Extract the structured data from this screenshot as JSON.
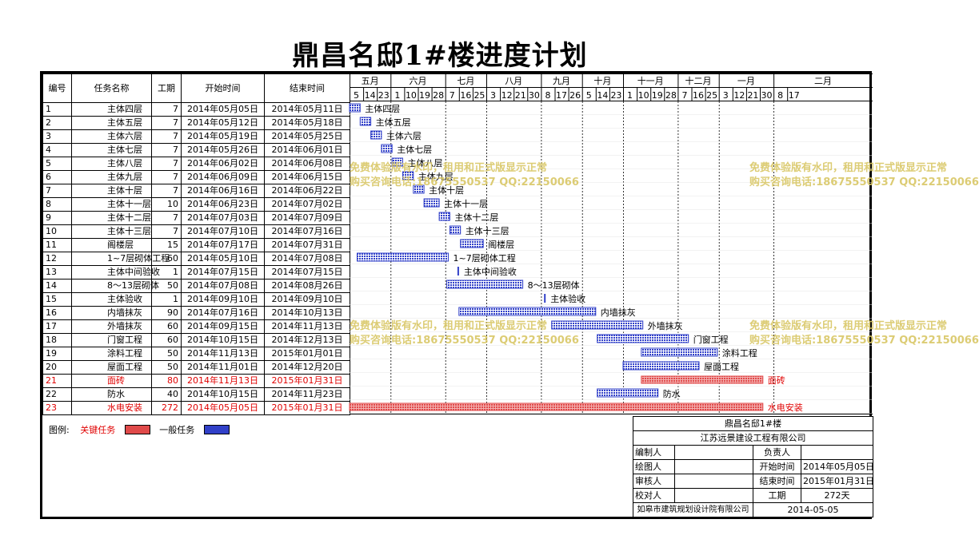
{
  "page": {
    "title": "鼎昌名邸1#楼进度计划"
  },
  "table": {
    "headers": {
      "no": "编号",
      "name": "任务名称",
      "duration": "工期",
      "start": "开始时间",
      "end": "结束时间"
    }
  },
  "chart_data": {
    "type": "gantt",
    "title": "鼎昌名邸1#楼进度计划",
    "timeline": {
      "start": "2014-05-05",
      "end": "2015-01-25",
      "months": [
        "五月",
        "六月",
        "七月",
        "八月",
        "九月",
        "十月",
        "十一月",
        "十二月",
        "一月",
        "二月"
      ],
      "ticks": [
        {
          "date": "2014-05-05",
          "label": "5"
        },
        {
          "date": "2014-05-14",
          "label": "14"
        },
        {
          "date": "2014-05-23",
          "label": "23"
        },
        {
          "date": "2014-06-01",
          "label": "1"
        },
        {
          "date": "2014-06-10",
          "label": "10"
        },
        {
          "date": "2014-06-19",
          "label": "19"
        },
        {
          "date": "2014-06-28",
          "label": "28"
        },
        {
          "date": "2014-07-07",
          "label": "7"
        },
        {
          "date": "2014-07-16",
          "label": "16"
        },
        {
          "date": "2014-07-25",
          "label": "25"
        },
        {
          "date": "2014-08-03",
          "label": "3"
        },
        {
          "date": "2014-08-12",
          "label": "12"
        },
        {
          "date": "2014-08-21",
          "label": "21"
        },
        {
          "date": "2014-08-30",
          "label": "30"
        },
        {
          "date": "2014-09-08",
          "label": "8"
        },
        {
          "date": "2014-09-17",
          "label": "17"
        },
        {
          "date": "2014-09-26",
          "label": "26"
        },
        {
          "date": "2014-10-05",
          "label": "5"
        },
        {
          "date": "2014-10-14",
          "label": "14"
        },
        {
          "date": "2014-10-23",
          "label": "23"
        },
        {
          "date": "2014-11-01",
          "label": "1"
        },
        {
          "date": "2014-11-10",
          "label": "10"
        },
        {
          "date": "2014-11-19",
          "label": "19"
        },
        {
          "date": "2014-11-28",
          "label": "28"
        },
        {
          "date": "2014-12-07",
          "label": "7"
        },
        {
          "date": "2014-12-16",
          "label": "16"
        },
        {
          "date": "2014-12-25",
          "label": "25"
        },
        {
          "date": "2015-01-03",
          "label": "3"
        },
        {
          "date": "2015-01-12",
          "label": "12"
        },
        {
          "date": "2015-01-21",
          "label": "21"
        },
        {
          "date": "2015-01-30",
          "label": "30"
        },
        {
          "date": "2015-02-08",
          "label": "8"
        },
        {
          "date": "2015-02-17",
          "label": "17"
        }
      ]
    },
    "colors": {
      "critical": "#e04a4a",
      "normal": "#3140c8",
      "critical_text": "#e00000"
    },
    "tasks": [
      {
        "no": "1",
        "name": "主体四层",
        "duration": "7",
        "start": "2014年05月05日",
        "end": "2014年05月11日",
        "s": "2014-05-05",
        "e": "2014-05-11",
        "critical": false
      },
      {
        "no": "2",
        "name": "主体五层",
        "duration": "7",
        "start": "2014年05月12日",
        "end": "2014年05月18日",
        "s": "2014-05-12",
        "e": "2014-05-18",
        "critical": false
      },
      {
        "no": "3",
        "name": "主体六层",
        "duration": "7",
        "start": "2014年05月19日",
        "end": "2014年05月25日",
        "s": "2014-05-19",
        "e": "2014-05-25",
        "critical": false
      },
      {
        "no": "4",
        "name": "主体七层",
        "duration": "7",
        "start": "2014年05月26日",
        "end": "2014年06月01日",
        "s": "2014-05-26",
        "e": "2014-06-01",
        "critical": false
      },
      {
        "no": "5",
        "name": "主体八层",
        "duration": "7",
        "start": "2014年06月02日",
        "end": "2014年06月08日",
        "s": "2014-06-02",
        "e": "2014-06-08",
        "critical": false
      },
      {
        "no": "6",
        "name": "主体九层",
        "duration": "7",
        "start": "2014年06月09日",
        "end": "2014年06月15日",
        "s": "2014-06-09",
        "e": "2014-06-15",
        "critical": false
      },
      {
        "no": "7",
        "name": "主体十层",
        "duration": "7",
        "start": "2014年06月16日",
        "end": "2014年06月22日",
        "s": "2014-06-16",
        "e": "2014-06-22",
        "critical": false
      },
      {
        "no": "8",
        "name": "主体十一层",
        "duration": "10",
        "start": "2014年06月23日",
        "end": "2014年07月02日",
        "s": "2014-06-23",
        "e": "2014-07-02",
        "critical": false
      },
      {
        "no": "9",
        "name": "主体十二层",
        "duration": "7",
        "start": "2014年07月03日",
        "end": "2014年07月09日",
        "s": "2014-07-03",
        "e": "2014-07-09",
        "critical": false
      },
      {
        "no": "10",
        "name": "主体十三层",
        "duration": "7",
        "start": "2014年07月10日",
        "end": "2014年07月16日",
        "s": "2014-07-10",
        "e": "2014-07-16",
        "critical": false
      },
      {
        "no": "11",
        "name": "阁楼层",
        "duration": "15",
        "start": "2014年07月17日",
        "end": "2014年07月31日",
        "s": "2014-07-17",
        "e": "2014-07-31",
        "critical": false
      },
      {
        "no": "12",
        "name": "1~7层砌体工程",
        "duration": "60",
        "start": "2014年05月10日",
        "end": "2014年07月08日",
        "s": "2014-05-10",
        "e": "2014-07-08",
        "critical": false
      },
      {
        "no": "13",
        "name": "主体中间验收",
        "duration": "1",
        "start": "2014年07月15日",
        "end": "2014年07月15日",
        "s": "2014-07-15",
        "e": "2014-07-15",
        "critical": false
      },
      {
        "no": "14",
        "name": "8～13层砌体",
        "duration": "50",
        "start": "2014年07月08日",
        "end": "2014年08月26日",
        "s": "2014-07-08",
        "e": "2014-08-26",
        "critical": false
      },
      {
        "no": "15",
        "name": "主体验收",
        "duration": "1",
        "start": "2014年09月10日",
        "end": "2014年09月10日",
        "s": "2014-09-10",
        "e": "2014-09-10",
        "critical": false
      },
      {
        "no": "16",
        "name": "内墙抹灰",
        "duration": "90",
        "start": "2014年07月16日",
        "end": "2014年10月13日",
        "s": "2014-07-16",
        "e": "2014-10-13",
        "critical": false
      },
      {
        "no": "17",
        "name": "外墙抹灰",
        "duration": "60",
        "start": "2014年09月15日",
        "end": "2014年11月13日",
        "s": "2014-09-15",
        "e": "2014-11-13",
        "critical": false
      },
      {
        "no": "18",
        "name": "门窗工程",
        "duration": "60",
        "start": "2014年10月15日",
        "end": "2014年12月13日",
        "s": "2014-10-15",
        "e": "2014-12-13",
        "critical": false
      },
      {
        "no": "19",
        "name": "涂料工程",
        "duration": "50",
        "start": "2014年11月13日",
        "end": "2015年01月01日",
        "s": "2014-11-13",
        "e": "2015-01-01",
        "critical": false
      },
      {
        "no": "20",
        "name": "屋面工程",
        "duration": "50",
        "start": "2014年11月01日",
        "end": "2014年12月20日",
        "s": "2014-11-01",
        "e": "2014-12-20",
        "critical": false
      },
      {
        "no": "21",
        "name": "面砖",
        "duration": "80",
        "start": "2014年11月13日",
        "end": "2015年01月31日",
        "s": "2014-11-13",
        "e": "2015-01-31",
        "critical": true
      },
      {
        "no": "22",
        "name": "防水",
        "duration": "40",
        "start": "2014年10月15日",
        "end": "2014年11月23日",
        "s": "2014-10-15",
        "e": "2014-11-23",
        "critical": false
      },
      {
        "no": "23",
        "name": "水电安装",
        "duration": "272",
        "start": "2014年05月05日",
        "end": "2015年01月31日",
        "s": "2014-05-05",
        "e": "2015-01-31",
        "critical": true
      }
    ]
  },
  "watermark": {
    "line1": "免费体验版有水印，租用和正式版显示正常",
    "line2": "购买咨询电话:18675550537 QQ:22150066"
  },
  "legend": {
    "label": "图例:",
    "critical": "关键任务",
    "normal": "一般任务"
  },
  "info": {
    "project": "鼎昌名邸1#楼",
    "company": "江苏远景建设工程有限公司",
    "compiler_label": "编制人",
    "responsible_label": "负责人",
    "drafter_label": "绘图人",
    "start_label": "开始时间",
    "start_value": "2014年05月05日",
    "reviewer_label": "审核人",
    "end_label": "结束时间",
    "end_value": "2015年01月31日",
    "checker_label": "校对人",
    "period_label": "工期",
    "period_value": "272天",
    "institute": "如皋市建筑规划设计院有限公司",
    "date": "2014-05-05"
  }
}
